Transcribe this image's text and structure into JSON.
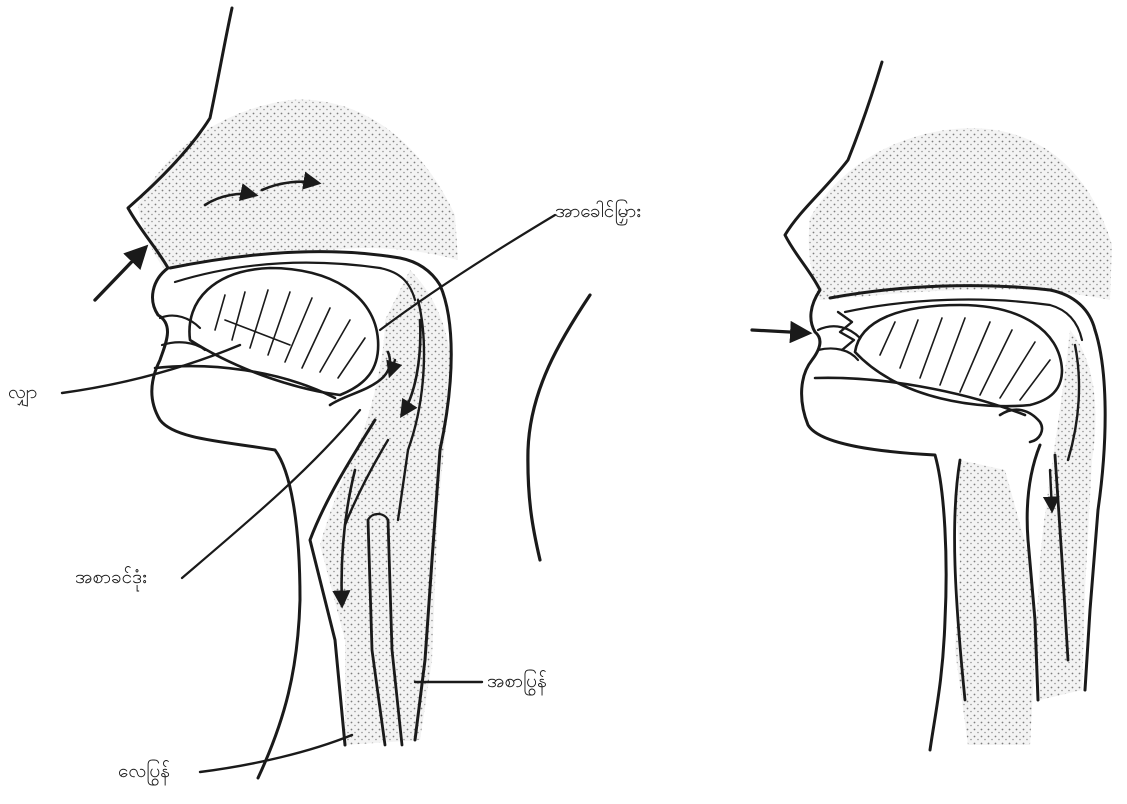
{
  "labels": {
    "tongue": "လျှာ",
    "soft_palate": "အာခေါင်မြှား",
    "epiglottis": "အစာခင်ဒုံး",
    "windpipe": "လေပြွန်",
    "food_pipe": "အစာပြွန်"
  },
  "colors": {
    "ink": "#1a1a1a",
    "stipple": "#8a8a8a",
    "stipple_fill": "#f1f1f1",
    "background": "#ffffff"
  }
}
